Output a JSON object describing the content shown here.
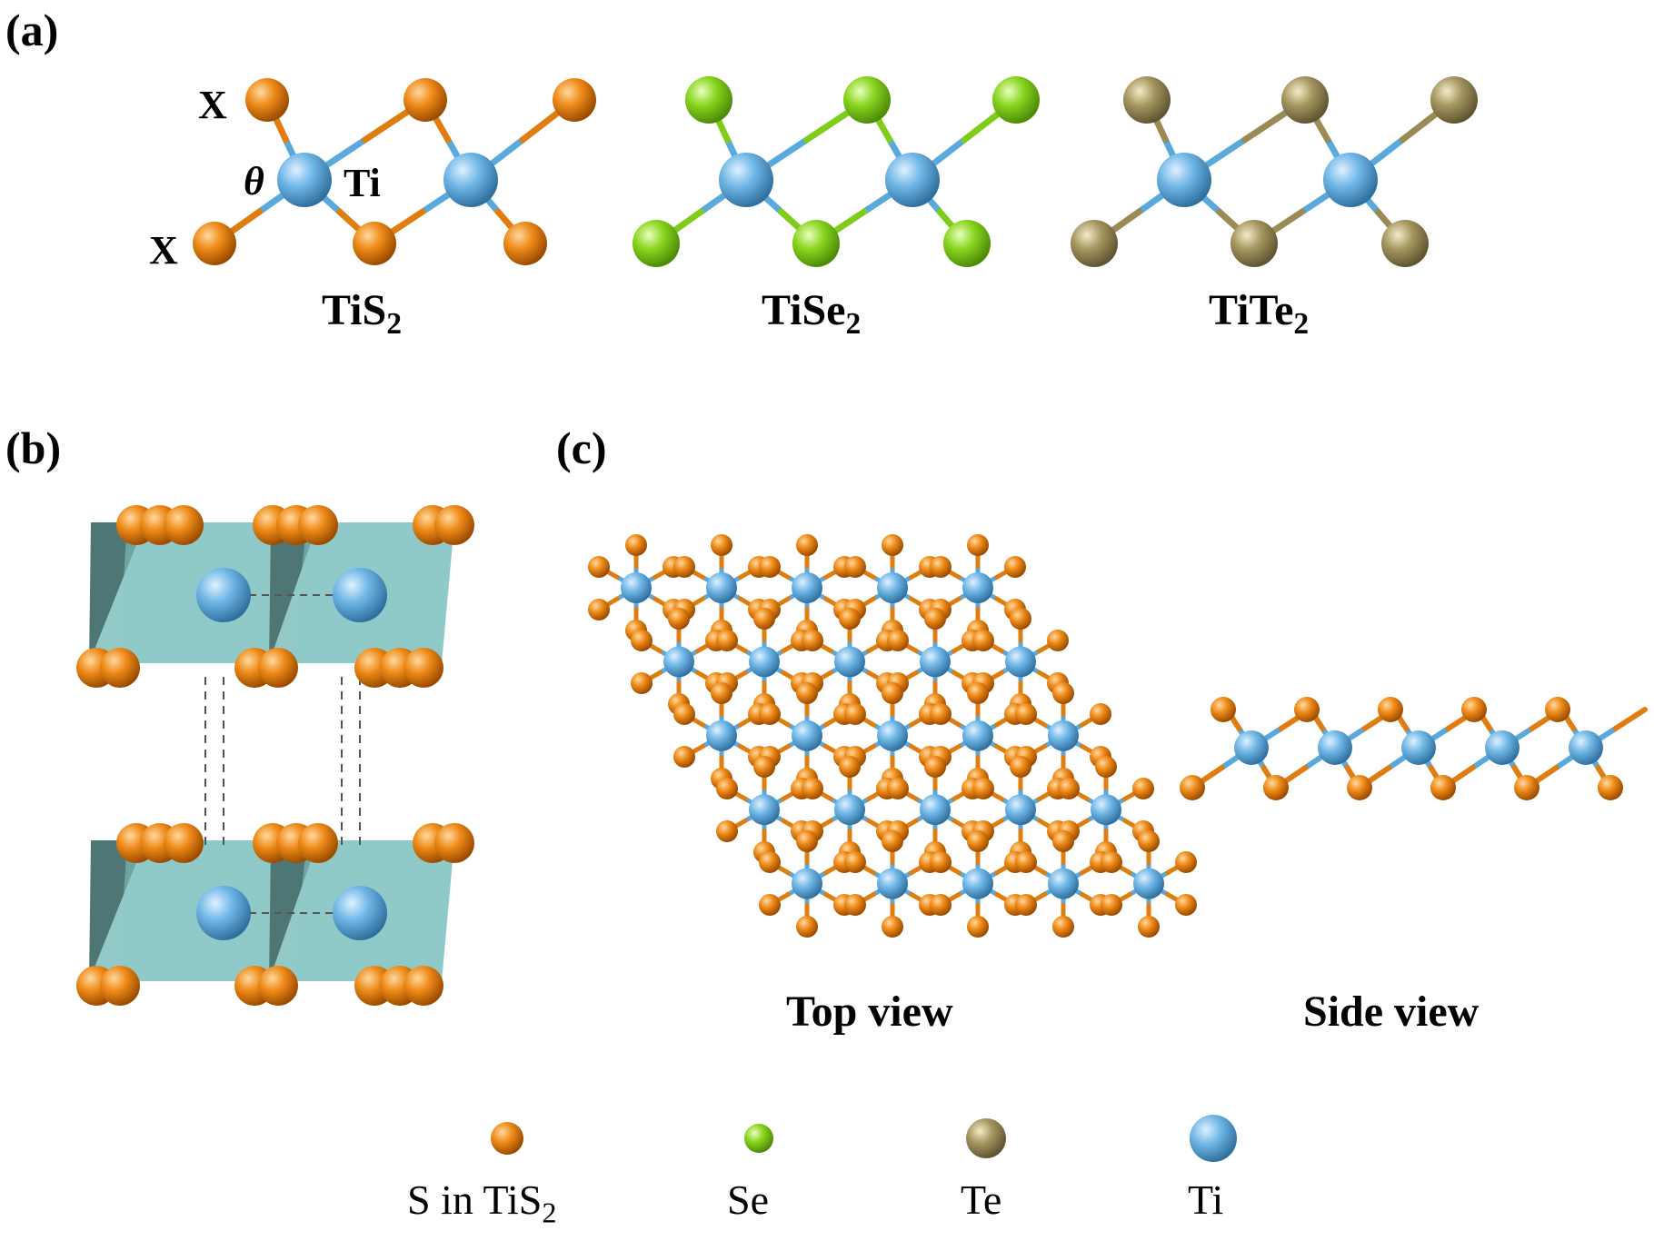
{
  "panels": {
    "a": "(a)",
    "b": "(b)",
    "c": "(c)"
  },
  "structures": [
    {
      "formula": "TiS",
      "subscript": "2",
      "chalcogen_color": "#e07d10"
    },
    {
      "formula": "TiSe",
      "subscript": "2",
      "chalcogen_color": "#7fcc1a"
    },
    {
      "formula": "TiTe",
      "subscript": "2",
      "chalcogen_color": "#9a8a55"
    }
  ],
  "annotations": {
    "x_top": "X",
    "x_bottom": "X",
    "theta": "θ",
    "ti": "Ti"
  },
  "views": {
    "top": "Top view",
    "side": "Side view"
  },
  "legend": [
    {
      "label": "S in TiS",
      "subscript": "2",
      "color": "#e07d10"
    },
    {
      "label": "Se",
      "subscript": "",
      "color": "#7fcc1a"
    },
    {
      "label": "Te",
      "subscript": "",
      "color": "#9a8a55"
    },
    {
      "label": "Ti",
      "subscript": "",
      "color": "#5aa9dd"
    }
  ],
  "colors": {
    "ti": "#5aa9dd",
    "s": "#e07d10",
    "se": "#7fcc1a",
    "te": "#9a8a55",
    "octahedron": "#6fb8b6"
  }
}
